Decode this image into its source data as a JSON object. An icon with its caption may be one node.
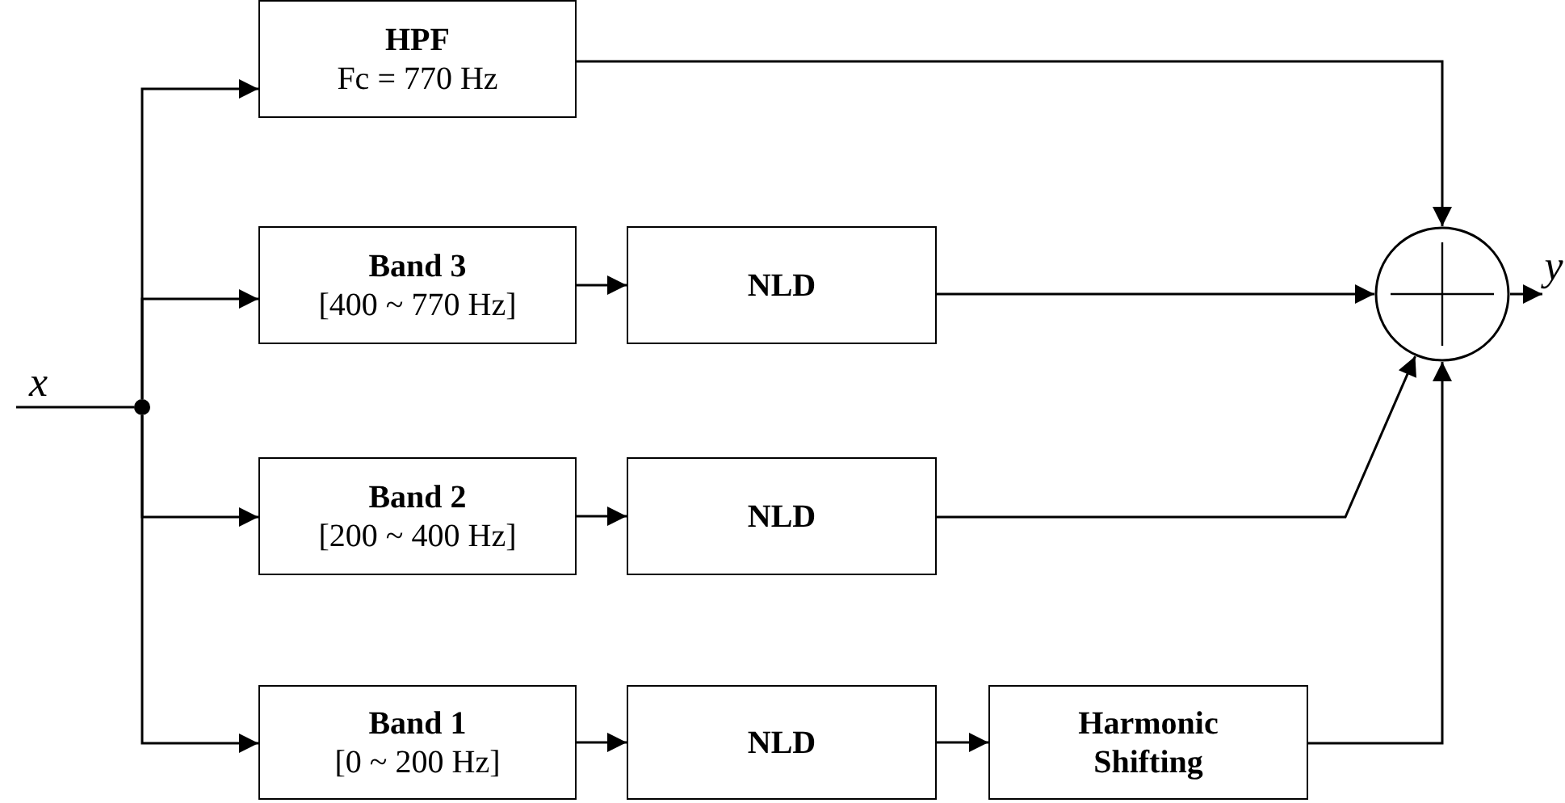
{
  "diagram": {
    "nodes": [
      {
        "text": [
          "HPF",
          "Fc = 770 Hz"
        ]
      },
      {
        "text": [
          "Band 3",
          "[400 ~ 770 Hz]"
        ]
      },
      {
        "text": [
          "NLD"
        ]
      },
      {
        "text": [
          "Band 2",
          "[200 ~ 400 Hz]"
        ]
      },
      {
        "text": [
          "NLD"
        ]
      },
      {
        "text": [
          "Band 1",
          "[0 ~ 200 Hz]"
        ]
      },
      {
        "text": [
          "NLD"
        ]
      },
      {
        "text": [
          "Harmonic Shifting"
        ]
      },
      {
        "text": [],
        "shape": "circle"
      },
      {
        "text": [],
        "shape": "dot"
      },
      {
        "text": [
          "y"
        ]
      }
    ],
    "edges": [
      {
        "from": null,
        "to": 9,
        "arrow": "none"
      },
      {
        "from": 9,
        "to": 0,
        "arrow": "to"
      },
      {
        "from": 9,
        "to": 1,
        "arrow": "to"
      },
      {
        "from": 9,
        "to": 3,
        "arrow": "to"
      },
      {
        "from": 9,
        "to": 5,
        "arrow": "to"
      },
      {
        "from": 1,
        "to": 2,
        "arrow": "to"
      },
      {
        "from": 3,
        "to": 4,
        "arrow": "to"
      },
      {
        "from": 5,
        "to": 6,
        "arrow": "to"
      },
      {
        "from": 6,
        "to": 7,
        "arrow": "to"
      },
      {
        "from": 0,
        "to": 8,
        "arrow": "to"
      },
      {
        "from": 2,
        "to": 8,
        "arrow": "to"
      },
      {
        "from": 4,
        "to": 8,
        "arrow": "to"
      },
      {
        "from": 7,
        "to": 8,
        "arrow": "to"
      },
      {
        "from": 8,
        "to": 10,
        "arrow": "to"
      }
    ],
    "labels": [
      "x"
    ]
  }
}
